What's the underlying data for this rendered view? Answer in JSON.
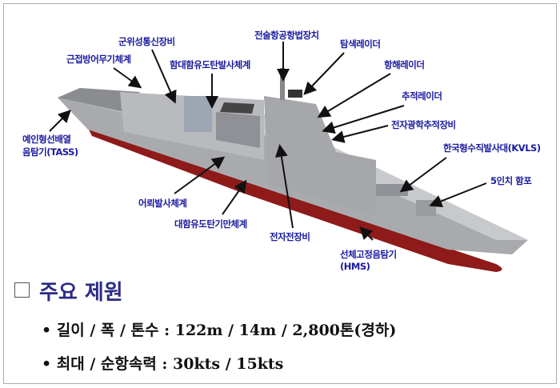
{
  "labels": {
    "tactical_air_nav": "전술항공항법장치",
    "search_radar": "탐색레이더",
    "ciws": "근접방어무기체계",
    "satcom": "군위성통신장비",
    "ssm_launcher": "함대함유도탄발사체계",
    "nav_radar": "항해레이더",
    "tracking_radar": "추적레이더",
    "eo_tracking": "전자광학추적장비",
    "kvls": "한국형수직발사대(KVLS)",
    "gun": "5인치 함포",
    "tass_line1": "예인형선배열",
    "tass_line2": "음탐기(TASS)",
    "torpedo": "어뢰발사체계",
    "decoy": "대함유도탄기만체계",
    "ew": "전자전장비",
    "hms_line1": "선체고정음탐기",
    "hms_line2": "(HMS)"
  },
  "specs": {
    "heading": "주요 제원",
    "dimensions": "• 길이 / 폭 / 톤수 : 122m / 14m / 2,800톤(경하)",
    "speed": "• 최대 / 순항속력 : 30kts / 15kts"
  },
  "colors": {
    "label": "#1a1aa0",
    "heading": "#2b2b86",
    "hull_red": "#8e1a1a"
  }
}
